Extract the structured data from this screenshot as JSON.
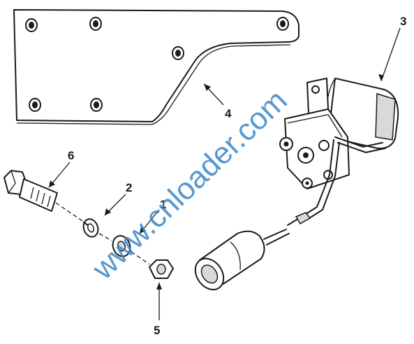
{
  "watermark": "www.cnloader.com",
  "callouts": {
    "c1": "1",
    "c2": "2",
    "c3": "3",
    "c4": "4",
    "c5": "5",
    "c6": "6"
  }
}
